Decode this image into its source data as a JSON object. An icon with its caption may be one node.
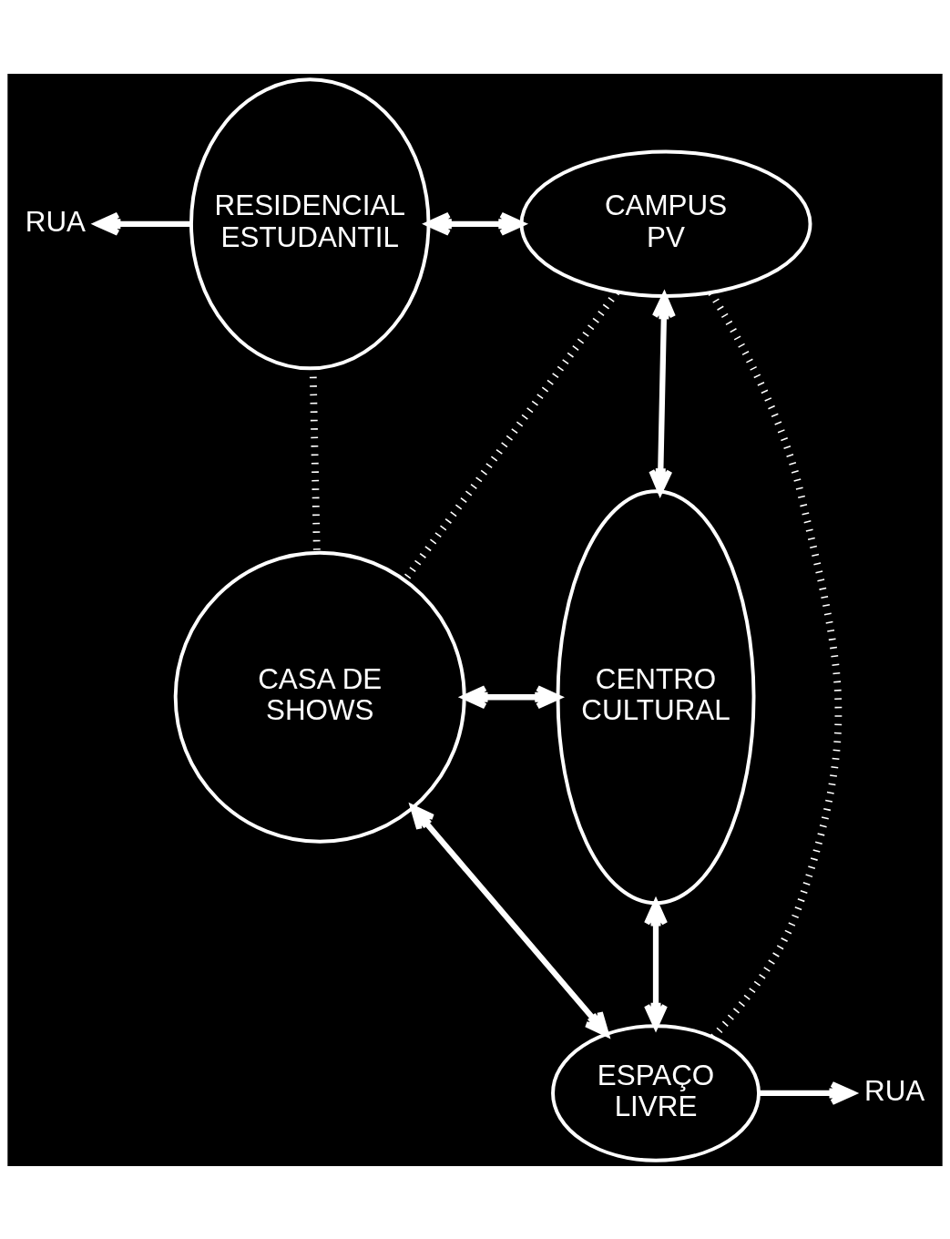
{
  "diagram": {
    "nodes": [
      {
        "text": [
          "RESIDENCIAL ESTUDANTIL"
        ]
      },
      {
        "text": [
          "CAMPUS PV"
        ]
      },
      {
        "text": [
          "RUA"
        ]
      },
      {
        "text": [
          "CASA DE SHOWS"
        ]
      },
      {
        "text": [
          "CENTRO CULTURAL"
        ]
      },
      {
        "text": [
          "ESPAÇO LIVRE"
        ]
      },
      {
        "text": [
          "RUA"
        ]
      }
    ],
    "edges": [
      {
        "from": 0,
        "to": 2,
        "arrow": "to"
      },
      {
        "from": 0,
        "to": 1,
        "arrow": "both"
      },
      {
        "from": 1,
        "to": 4,
        "arrow": "both"
      },
      {
        "from": 0,
        "to": 3,
        "arrow": "none",
        "style": "dashed"
      },
      {
        "from": 1,
        "to": 3,
        "arrow": "none",
        "style": "dashed"
      },
      {
        "from": 1,
        "to": 5,
        "arrow": "none",
        "style": "dashed"
      },
      {
        "from": 3,
        "to": 4,
        "arrow": "both"
      },
      {
        "from": 3,
        "to": 5,
        "arrow": "both"
      },
      {
        "from": 5,
        "to": 4,
        "arrow": "both"
      },
      {
        "from": 5,
        "to": 6,
        "arrow": "to"
      }
    ]
  }
}
